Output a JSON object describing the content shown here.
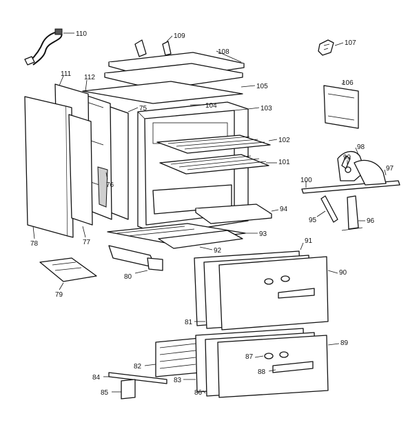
{
  "callouts": [
    {
      "id": "c110",
      "text": "110"
    },
    {
      "id": "c109",
      "text": "109"
    },
    {
      "id": "c108",
      "text": "108"
    },
    {
      "id": "c107",
      "text": "107"
    },
    {
      "id": "c111",
      "text": "111"
    },
    {
      "id": "c112",
      "text": "112"
    },
    {
      "id": "c105",
      "text": "105"
    },
    {
      "id": "c106",
      "text": "106"
    },
    {
      "id": "c75",
      "text": "75"
    },
    {
      "id": "c104",
      "text": "104"
    },
    {
      "id": "c103",
      "text": "103"
    },
    {
      "id": "c98",
      "text": "98"
    },
    {
      "id": "c102",
      "text": "102"
    },
    {
      "id": "c99",
      "text": "99"
    },
    {
      "id": "c97",
      "text": "97"
    },
    {
      "id": "c101",
      "text": "101"
    },
    {
      "id": "c76",
      "text": "76"
    },
    {
      "id": "c100",
      "text": "100"
    },
    {
      "id": "c94",
      "text": "94"
    },
    {
      "id": "c95",
      "text": "95"
    },
    {
      "id": "c96",
      "text": "96"
    },
    {
      "id": "c78",
      "text": "78"
    },
    {
      "id": "c77",
      "text": "77"
    },
    {
      "id": "c93",
      "text": "93"
    },
    {
      "id": "c92",
      "text": "92"
    },
    {
      "id": "c91",
      "text": "91"
    },
    {
      "id": "c90",
      "text": "90"
    },
    {
      "id": "c80",
      "text": "80"
    },
    {
      "id": "c79",
      "text": "79"
    },
    {
      "id": "c81",
      "text": "81"
    },
    {
      "id": "c89",
      "text": "89"
    },
    {
      "id": "c82",
      "text": "82"
    },
    {
      "id": "c87",
      "text": "87"
    },
    {
      "id": "c88",
      "text": "88"
    },
    {
      "id": "c84",
      "text": "84"
    },
    {
      "id": "c83",
      "text": "83"
    },
    {
      "id": "c85",
      "text": "85"
    },
    {
      "id": "c86",
      "text": "86"
    }
  ]
}
